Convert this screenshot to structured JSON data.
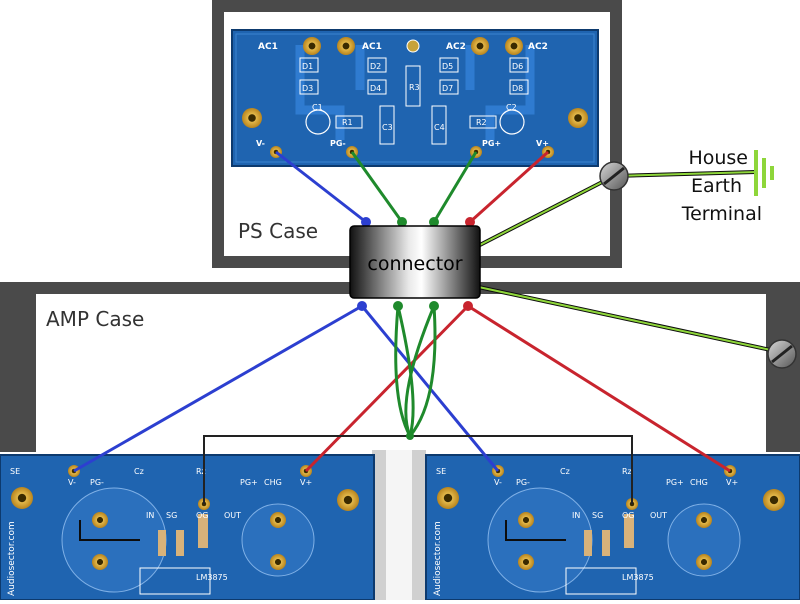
{
  "ps_case": {
    "label": "PS Case"
  },
  "amp_case": {
    "label": "AMP Case"
  },
  "connector": {
    "label": "connector"
  },
  "earth": {
    "line1": "House",
    "line2": "Earth",
    "line3": "Terminal"
  },
  "psu_board": {
    "ac_labels": [
      "AC1",
      "AC1",
      "AC2",
      "AC2"
    ],
    "diodes": [
      "D1",
      "D2",
      "D3",
      "D4",
      "D5",
      "D6",
      "D7",
      "D8"
    ],
    "resistors": [
      "R1",
      "R2",
      "R3"
    ],
    "caps": [
      "C1",
      "C2",
      "C3",
      "C4"
    ],
    "outputs": [
      "V-",
      "PG-",
      "PG+",
      "V+"
    ]
  },
  "amp_board": {
    "left": {
      "top_labels": [
        "V-",
        "PG-",
        "Cz",
        "Rz",
        "PG+",
        "CHG",
        "V+"
      ],
      "mid_labels": [
        "IN",
        "SG",
        "OG",
        "OUT"
      ],
      "chip": "LM3875",
      "brand": "Audiosector.com",
      "corner": "SE"
    },
    "right": {
      "top_labels": [
        "V-",
        "PG-",
        "Cz",
        "Rz",
        "PG+",
        "CHG",
        "V+"
      ],
      "mid_labels": [
        "IN",
        "SG",
        "OG",
        "OUT"
      ],
      "chip": "LM3875",
      "brand": "Audiosector.com",
      "corner": "SE"
    }
  },
  "colors": {
    "wire_negative": "#2c3fd0",
    "wire_ground": "#1f8a2c",
    "wire_positive": "#c8242e",
    "wire_earth": "#8ed63a",
    "pcb": "#1f64b0",
    "case": "#4a4a4a"
  }
}
